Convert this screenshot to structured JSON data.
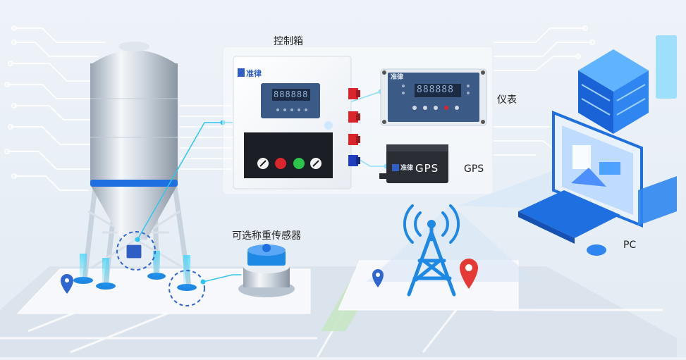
{
  "labels": {
    "control_box": "控制箱",
    "meter": "仪表",
    "gps": "GPS",
    "pc": "PC",
    "sensor": "可选称重传感器"
  },
  "devices": {
    "brand_text": "准律",
    "control_display": "888888",
    "meter_display": "888888",
    "gps_module_text": "GPS"
  },
  "colors": {
    "accent_blue": "#1e88e5",
    "cyan_glow": "#33d6ff",
    "panel_blue": "#3b5a86",
    "connector_red": "#d9252b",
    "connector_blue": "#1f3fbf",
    "indicator_green": "#2cc34a"
  },
  "icons": [
    "silo-icon",
    "location-pin-icon",
    "signal-tower-icon",
    "server-icon",
    "monitor-icon",
    "keyboard-icon",
    "mouse-icon",
    "load-cell-icon"
  ]
}
